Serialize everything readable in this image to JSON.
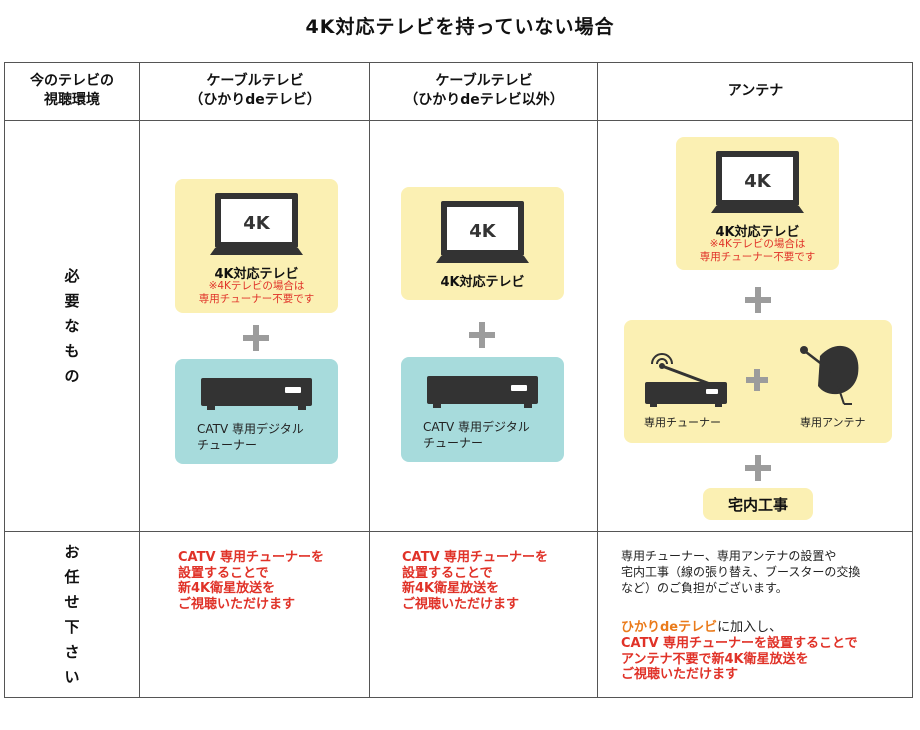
{
  "title": "4K対応テレビを持っていない場合",
  "header": {
    "row_label": [
      "今のテレビの",
      "視聴環境"
    ],
    "col1": [
      "ケーブルテレビ",
      "（ひかりdeテレビ）"
    ],
    "col2": [
      "ケーブルテレビ",
      "（ひかりdeテレビ以外）"
    ],
    "col3": "アンテナ"
  },
  "rows": {
    "needs_label": [
      "必",
      "要",
      "な",
      "も",
      "の"
    ],
    "leave_label": [
      "お",
      "任",
      "せ",
      "下",
      "さ",
      "い"
    ]
  },
  "tv": {
    "screen_text": "4K",
    "label": "4K対応テレビ",
    "note": [
      "※4Kテレビの場合は",
      "専用チューナー不要です"
    ]
  },
  "stb": {
    "label": [
      "CATV 専用デジタル",
      "チューナー"
    ]
  },
  "antenna": {
    "tuner_label": "専用チューナー",
    "dish_label": "専用アンテナ",
    "construction": "宅内工事"
  },
  "cable_result": [
    "CATV 専用チューナーを",
    "設置することで",
    "新4K衛星放送を",
    "ご視聴いただけます"
  ],
  "antenna_result": {
    "intro": [
      "専用チューナー、専用アンテナの設置や",
      "宅内工事（線の張り替え、ブースターの交換",
      "など）のご負担がございます。"
    ],
    "brand": "ひかりdeテレビ",
    "join": "に加入し、",
    "lines": [
      "CATV 専用チューナーを設置することで",
      "アンテナ不要で新4K衛星放送を",
      "ご視聴いただけます"
    ]
  },
  "colors": {
    "yellow_box": "#fbf0b3",
    "blue_box": "#a7dbdc",
    "accent_red": "#e03228",
    "brand_orange": "#ea7b1b"
  }
}
